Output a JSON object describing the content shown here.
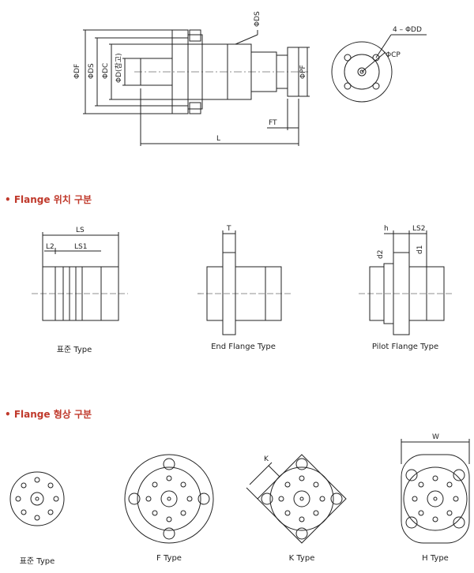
{
  "top_drawing": {
    "labels": {
      "df": "ΦDF",
      "ds_left": "ΦDS",
      "dc": "ΦDC",
      "d_ref": "ΦD(참고)",
      "ds_top": "ΦDS",
      "pf": "ΦPF",
      "ft": "FT",
      "l": "L",
      "holes": "4 – ΦDD",
      "cp": "ΦCP"
    }
  },
  "section_position": {
    "title": "• Flange 위치 구분",
    "standard": {
      "caption": "표준 Type",
      "ls": "LS",
      "l2": "L2",
      "ls1": "LS1"
    },
    "end_flange": {
      "caption": "End Flange Type",
      "t": "T"
    },
    "pilot_flange": {
      "caption": "Pilot Flange Type",
      "h": "h",
      "ls2": "LS2",
      "d2": "d2",
      "d1": "d1"
    }
  },
  "section_shape": {
    "title": "• Flange 형상 구분",
    "standard": {
      "caption": "표준 Type"
    },
    "f_type": {
      "caption": "F Type"
    },
    "k_type": {
      "caption": "K Type",
      "k": "K"
    },
    "h_type": {
      "caption": "H Type",
      "w": "W"
    }
  },
  "colors": {
    "title_accent": "#c0392b",
    "line": "#222222"
  }
}
